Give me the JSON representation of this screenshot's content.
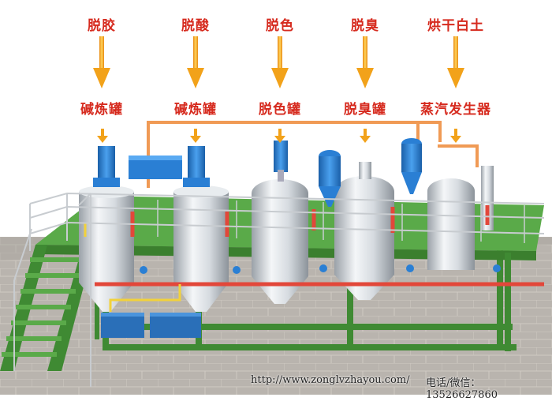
{
  "process_steps": [
    {
      "label": "脱胶",
      "equipment": "碱炼罐"
    },
    {
      "label": "脱酸",
      "equipment": "碱炼罐"
    },
    {
      "label": "脱色",
      "equipment": "脱色罐"
    },
    {
      "label": "脱臭",
      "equipment": "脱臭罐"
    },
    {
      "label": "烘干白土",
      "equipment": "蒸汽发生器"
    }
  ],
  "footer": {
    "website": "http://www.zonglvzhayou.com/",
    "contact": "电话/微信：13526627860"
  },
  "colors": {
    "label_red": "#d62a1e",
    "arrow_orange": "#f2a21a",
    "platform_green": "#4b9a3b",
    "pipe_red": "#e2473a",
    "pipe_orange": "#f09a55",
    "motor_blue": "#2a7fd4",
    "tank_steel": "#c9ced3"
  }
}
